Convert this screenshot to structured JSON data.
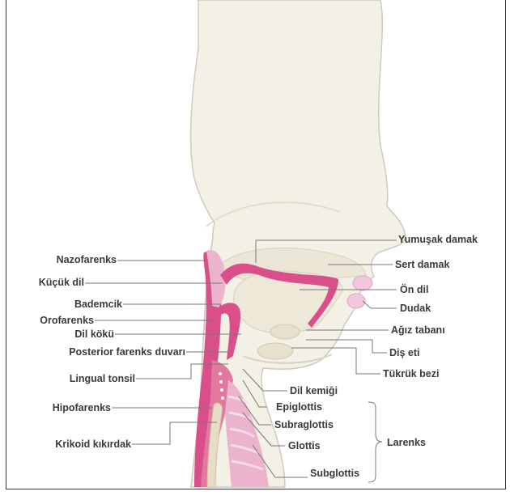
{
  "colors": {
    "skin": "#f3f0e6",
    "skin_outline": "#cfcabd",
    "pharynx": "#d94f8a",
    "pharynx_light": "#ecb3cd",
    "leader": "#777777",
    "label": "#3a3a3a"
  },
  "labels_left": {
    "nazofarenks": "Nazofarenks",
    "kucuk_dil": "Küçük dil",
    "bademcik": "Bademcik",
    "orofarenks": "Orofarenks",
    "dil_koku": "Dil kökü",
    "posterior": "Posterior farenks duvarı",
    "lingual_tonsil": "Lingual tonsil",
    "hipofarenks": "Hipofarenks",
    "krikoid": "Krikoid kıkırdak"
  },
  "labels_right": {
    "yumusak_damak": "Yumuşak damak",
    "sert_damak": "Sert damak",
    "on_dil": "Ön dil",
    "dudak": "Dudak",
    "agiz_tabani": "Ağız tabanı",
    "dis_eti": "Diş eti",
    "tukruk_bezi": "Tükrük bezi",
    "dil_kemigi": "Dil kemiği",
    "epiglottis": "Epiglottis",
    "subraglottis": "Subraglottis",
    "glottis": "Glottis",
    "subglottis": "Subglottis",
    "larenks": "Larenks"
  }
}
